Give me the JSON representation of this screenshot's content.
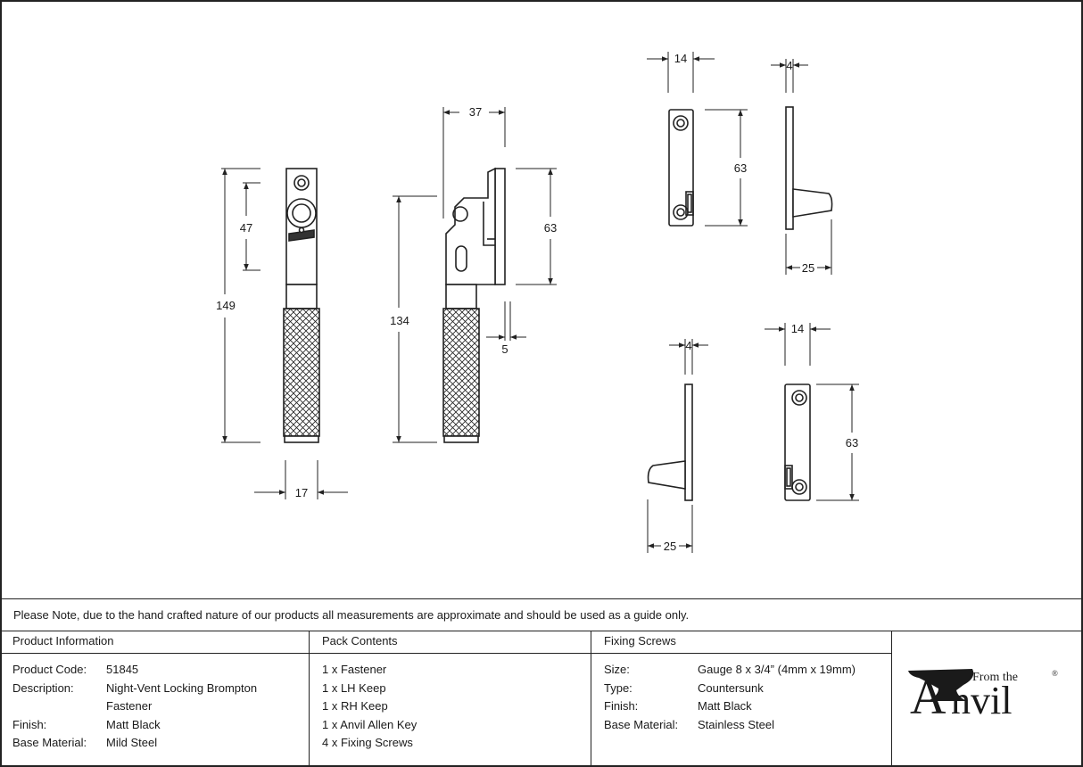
{
  "dimensions": {
    "handle_front_total": "149",
    "handle_front_keep": "47",
    "handle_front_width": "17",
    "handle_side_total": "134",
    "handle_side_depth": "37",
    "handle_side_plate": "63",
    "handle_side_gap": "5",
    "lh_keep_width": "14",
    "lh_keep_height": "63",
    "lh_side_thick": "4",
    "lh_side_proj": "25",
    "rh_keep_width": "14",
    "rh_keep_height": "63",
    "rh_side_thick": "4",
    "rh_side_proj": "25"
  },
  "note": "Please Note, due to the hand crafted nature of our products all measurements are approximate and should be used as a guide only.",
  "product_info": {
    "title": "Product Information",
    "rows": [
      {
        "k": "Product Code:",
        "v": "51845"
      },
      {
        "k": "Description:",
        "v": "Night-Vent Locking Brompton"
      },
      {
        "k": "",
        "v": "Fastener"
      },
      {
        "k": "Finish:",
        "v": "Matt Black"
      },
      {
        "k": "Base Material:",
        "v": "Mild Steel"
      }
    ]
  },
  "pack_contents": {
    "title": "Pack Contents",
    "items": [
      "1 x Fastener",
      "1 x LH Keep",
      "1 x RH Keep",
      "1 x Anvil Allen Key",
      "4 x Fixing Screws"
    ]
  },
  "fixing_screws": {
    "title": "Fixing Screws",
    "rows": [
      {
        "k": "Size:",
        "v": "Gauge 8 x 3/4” (4mm x 19mm)"
      },
      {
        "k": "Type:",
        "v": "Countersunk"
      },
      {
        "k": "Finish:",
        "v": "Matt Black"
      },
      {
        "k": "Base Material:",
        "v": "Stainless Steel"
      }
    ]
  },
  "logo": {
    "from_the": "From the",
    "brand_initial": "A",
    "brand_rest": "nvil",
    "registered": "®"
  }
}
